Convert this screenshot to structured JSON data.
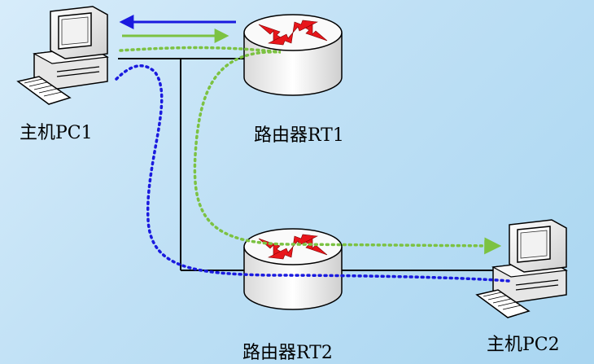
{
  "nodes": {
    "pc1": {
      "label": "主机PC1",
      "icon": "desktop-computer-icon"
    },
    "rt1": {
      "label": "路由器RT1",
      "icon": "router-icon"
    },
    "rt2": {
      "label": "路由器RT2",
      "icon": "router-icon"
    },
    "pc2": {
      "label": "主机PC2",
      "icon": "desktop-computer-icon"
    }
  },
  "colors": {
    "blue_path": "#1a1adf",
    "green_path": "#7cc242",
    "link": "#000000",
    "router_arrow": "#e8161b"
  }
}
